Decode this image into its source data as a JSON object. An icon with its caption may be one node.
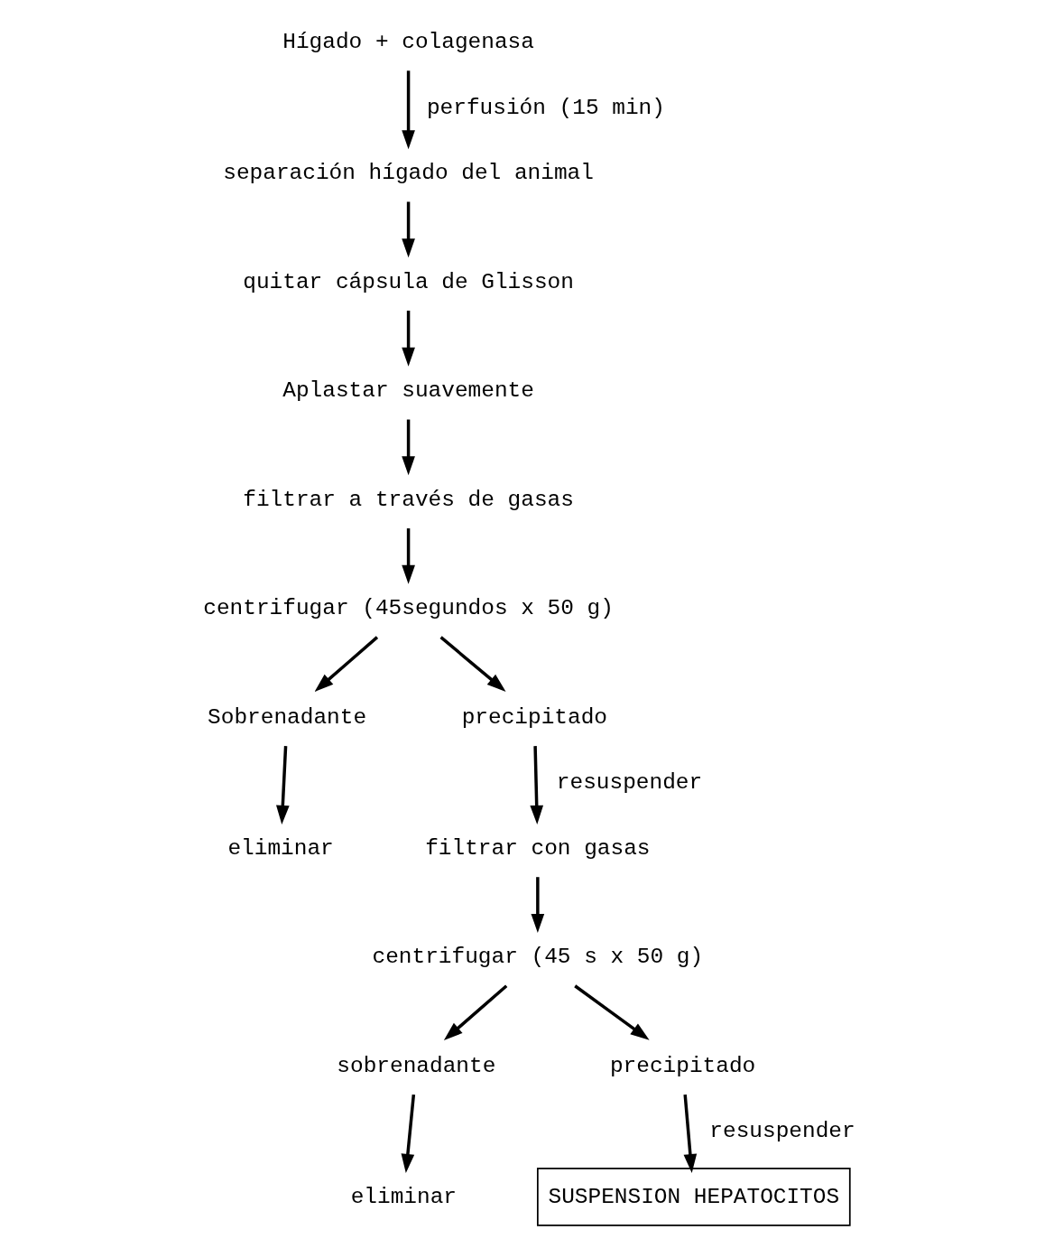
{
  "diagram": {
    "nodes": [
      {
        "text": [
          "Hígado + colagenasa"
        ]
      },
      {
        "text": [
          "separación hígado del animal"
        ]
      },
      {
        "text": [
          "quitar cápsula de Glisson"
        ]
      },
      {
        "text": [
          "Aplastar suavemente"
        ]
      },
      {
        "text": [
          "filtrar a través de gasas"
        ]
      },
      {
        "text": [
          "centrifugar (45segundos x 50 g)"
        ]
      },
      {
        "text": [
          "Sobrenadante"
        ]
      },
      {
        "text": [
          "precipitado"
        ]
      },
      {
        "text": [
          "eliminar"
        ]
      },
      {
        "text": [
          "filtrar con gasas"
        ]
      },
      {
        "text": [
          "centrifugar (45 s x 50 g)"
        ]
      },
      {
        "text": [
          "sobrenadante"
        ]
      },
      {
        "text": [
          "precipitado"
        ]
      },
      {
        "text": [
          "eliminar"
        ]
      },
      {
        "text": [
          "SUSPENSION HEPATOCITOS"
        ]
      }
    ],
    "edges": [
      {
        "from": 0,
        "to": 1,
        "arrow": "to",
        "label": "perfusión (15 min)"
      },
      {
        "from": 1,
        "to": 2,
        "arrow": "to"
      },
      {
        "from": 2,
        "to": 3,
        "arrow": "to"
      },
      {
        "from": 3,
        "to": 4,
        "arrow": "to"
      },
      {
        "from": 4,
        "to": 5,
        "arrow": "to"
      },
      {
        "from": 5,
        "to": 6,
        "arrow": "to"
      },
      {
        "from": 5,
        "to": 7,
        "arrow": "to"
      },
      {
        "from": 6,
        "to": 8,
        "arrow": "to"
      },
      {
        "from": 7,
        "to": 9,
        "arrow": "to",
        "label": "resuspender"
      },
      {
        "from": 9,
        "to": 10,
        "arrow": "to"
      },
      {
        "from": 10,
        "to": 11,
        "arrow": "to"
      },
      {
        "from": 10,
        "to": 12,
        "arrow": "to"
      },
      {
        "from": 11,
        "to": 13,
        "arrow": "to"
      },
      {
        "from": 12,
        "to": 14,
        "arrow": "to",
        "label": "resuspender"
      }
    ]
  }
}
